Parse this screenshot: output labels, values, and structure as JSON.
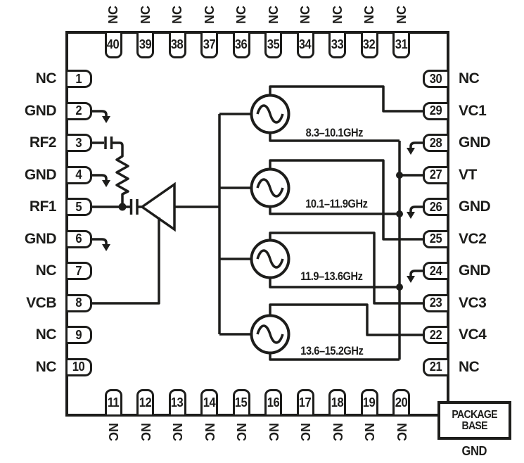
{
  "colors": {
    "ink": "#1d1d1b",
    "background": "#ffffff"
  },
  "pins": {
    "top": [
      {
        "num": "40",
        "label": "NC"
      },
      {
        "num": "39",
        "label": "NC"
      },
      {
        "num": "38",
        "label": "NC"
      },
      {
        "num": "37",
        "label": "NC"
      },
      {
        "num": "36",
        "label": "NC"
      },
      {
        "num": "35",
        "label": "NC"
      },
      {
        "num": "34",
        "label": "NC"
      },
      {
        "num": "33",
        "label": "NC"
      },
      {
        "num": "32",
        "label": "NC"
      },
      {
        "num": "31",
        "label": "NC"
      }
    ],
    "bottom": [
      {
        "num": "11",
        "label": "NC"
      },
      {
        "num": "12",
        "label": "NC"
      },
      {
        "num": "13",
        "label": "NC"
      },
      {
        "num": "14",
        "label": "NC"
      },
      {
        "num": "15",
        "label": "NC"
      },
      {
        "num": "16",
        "label": "NC"
      },
      {
        "num": "17",
        "label": "NC"
      },
      {
        "num": "18",
        "label": "NC"
      },
      {
        "num": "19",
        "label": "NC"
      },
      {
        "num": "20",
        "label": "NC"
      }
    ],
    "left": [
      {
        "num": "1",
        "label": "NC"
      },
      {
        "num": "2",
        "label": "GND"
      },
      {
        "num": "3",
        "label": "RF2"
      },
      {
        "num": "4",
        "label": "GND"
      },
      {
        "num": "5",
        "label": "RF1"
      },
      {
        "num": "6",
        "label": "GND"
      },
      {
        "num": "7",
        "label": "NC"
      },
      {
        "num": "8",
        "label": "VCB"
      },
      {
        "num": "9",
        "label": "NC"
      },
      {
        "num": "10",
        "label": "NC"
      }
    ],
    "right": [
      {
        "num": "30",
        "label": "NC"
      },
      {
        "num": "29",
        "label": "VC1"
      },
      {
        "num": "28",
        "label": "GND"
      },
      {
        "num": "27",
        "label": "VT"
      },
      {
        "num": "26",
        "label": "GND"
      },
      {
        "num": "25",
        "label": "VC2"
      },
      {
        "num": "24",
        "label": "GND"
      },
      {
        "num": "23",
        "label": "VC3"
      },
      {
        "num": "22",
        "label": "VC4"
      },
      {
        "num": "21",
        "label": "NC"
      }
    ]
  },
  "oscillators": [
    {
      "freq": "8.3–10.1GHz"
    },
    {
      "freq": "10.1–11.9GHz"
    },
    {
      "freq": "11.9–13.6GHz"
    },
    {
      "freq": "13.6–15.2GHz"
    }
  ],
  "package_base": {
    "line1": "PACKAGE",
    "line2": "BASE",
    "ground_label": "GND"
  }
}
